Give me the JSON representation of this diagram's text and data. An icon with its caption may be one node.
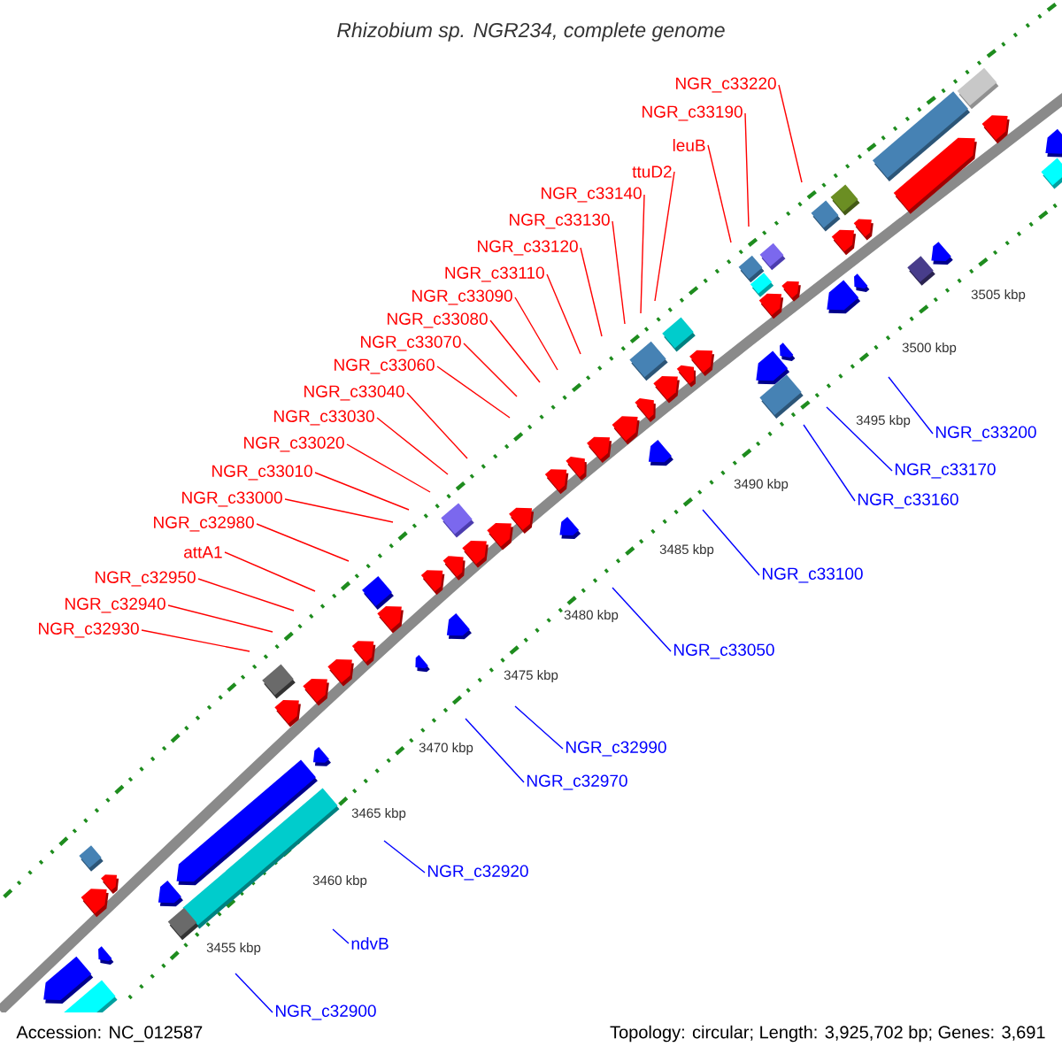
{
  "diagram": {
    "title": "Rhizobium sp. NGR234, complete genome",
    "nodes": [
      {
        "text": [
          "NGR_c33220"
        ]
      },
      {
        "text": [
          "NGR_c33190"
        ]
      },
      {
        "text": [
          "leuB"
        ]
      },
      {
        "text": [
          "ttuD2"
        ]
      },
      {
        "text": [
          "NGR_c33140"
        ]
      },
      {
        "text": [
          "NGR_c33130"
        ]
      },
      {
        "text": [
          "NGR_c33120"
        ]
      },
      {
        "text": [
          "NGR_c33110"
        ]
      },
      {
        "text": [
          "NGR_c33090"
        ]
      },
      {
        "text": [
          "NGR_c33080"
        ]
      },
      {
        "text": [
          "NGR_c33070"
        ]
      },
      {
        "text": [
          "NGR_c33060"
        ]
      },
      {
        "text": [
          "NGR_c33040"
        ]
      },
      {
        "text": [
          "NGR_c33030"
        ]
      },
      {
        "text": [
          "NGR_c33020"
        ]
      },
      {
        "text": [
          "NGR_c33010"
        ]
      },
      {
        "text": [
          "NGR_c33000"
        ]
      },
      {
        "text": [
          "NGR_c32980"
        ]
      },
      {
        "text": [
          "attA1"
        ]
      },
      {
        "text": [
          "NGR_c32950"
        ]
      },
      {
        "text": [
          "NGR_c32940"
        ]
      },
      {
        "text": [
          "NGR_c32930"
        ]
      },
      {
        "text": [
          "NGR_c33200"
        ]
      },
      {
        "text": [
          "NGR_c33170"
        ]
      },
      {
        "text": [
          "NGR_c33160"
        ]
      },
      {
        "text": [
          "NGR_c33100"
        ]
      },
      {
        "text": [
          "NGR_c33050"
        ]
      },
      {
        "text": [
          "NGR_c32990"
        ]
      },
      {
        "text": [
          "NGR_c32970"
        ]
      },
      {
        "text": [
          "NGR_c32920"
        ]
      },
      {
        "text": [
          "ndvB"
        ]
      },
      {
        "text": [
          "NGR_c32900"
        ]
      }
    ],
    "edges": [
      {
        "from": 0,
        "to": null,
        "arrow": "none"
      },
      {
        "from": 1,
        "to": null,
        "arrow": "none"
      },
      {
        "from": 2,
        "to": null,
        "arrow": "none"
      },
      {
        "from": 3,
        "to": null,
        "arrow": "none"
      },
      {
        "from": 4,
        "to": null,
        "arrow": "none"
      },
      {
        "from": 5,
        "to": null,
        "arrow": "none"
      },
      {
        "from": 6,
        "to": null,
        "arrow": "none"
      },
      {
        "from": 7,
        "to": null,
        "arrow": "none"
      },
      {
        "from": 8,
        "to": null,
        "arrow": "none"
      },
      {
        "from": 9,
        "to": null,
        "arrow": "none"
      },
      {
        "from": 10,
        "to": null,
        "arrow": "none"
      },
      {
        "from": 11,
        "to": null,
        "arrow": "none"
      },
      {
        "from": 12,
        "to": null,
        "arrow": "none"
      },
      {
        "from": 13,
        "to": null,
        "arrow": "none"
      },
      {
        "from": 14,
        "to": null,
        "arrow": "none"
      },
      {
        "from": 15,
        "to": null,
        "arrow": "none"
      },
      {
        "from": 16,
        "to": null,
        "arrow": "none"
      },
      {
        "from": 17,
        "to": null,
        "arrow": "none"
      },
      {
        "from": 18,
        "to": null,
        "arrow": "none"
      },
      {
        "from": 19,
        "to": null,
        "arrow": "none"
      },
      {
        "from": 20,
        "to": null,
        "arrow": "none"
      },
      {
        "from": 21,
        "to": null,
        "arrow": "none"
      },
      {
        "from": 22,
        "to": null,
        "arrow": "none",
        "color": "#0000ff"
      },
      {
        "from": 23,
        "to": null,
        "arrow": "none",
        "color": "#0000ff"
      },
      {
        "from": 24,
        "to": null,
        "arrow": "none",
        "color": "#0000ff"
      },
      {
        "from": 25,
        "to": null,
        "arrow": "none",
        "color": "#0000ff"
      },
      {
        "from": 26,
        "to": null,
        "arrow": "none",
        "color": "#0000ff"
      },
      {
        "from": 27,
        "to": null,
        "arrow": "none",
        "color": "#0000ff"
      },
      {
        "from": 28,
        "to": null,
        "arrow": "none",
        "color": "#0000ff"
      },
      {
        "from": 29,
        "to": null,
        "arrow": "none",
        "color": "#0000ff"
      },
      {
        "from": 30,
        "to": null,
        "arrow": "none",
        "color": "#0000ff"
      },
      {
        "from": 31,
        "to": null,
        "arrow": "none",
        "color": "#0000ff"
      }
    ],
    "labels": [
      "3505 kbp",
      "3500 kbp",
      "3495 kbp",
      "3490 kbp",
      "3485 kbp",
      "3480 kbp",
      "3475 kbp",
      "3470 kbp",
      "3465 kbp",
      "3460 kbp",
      "3455 kbp",
      "Accession: NC_012587",
      "Topology: circular; Length: 3,925,702 bp; Genes: 3,691"
    ]
  }
}
